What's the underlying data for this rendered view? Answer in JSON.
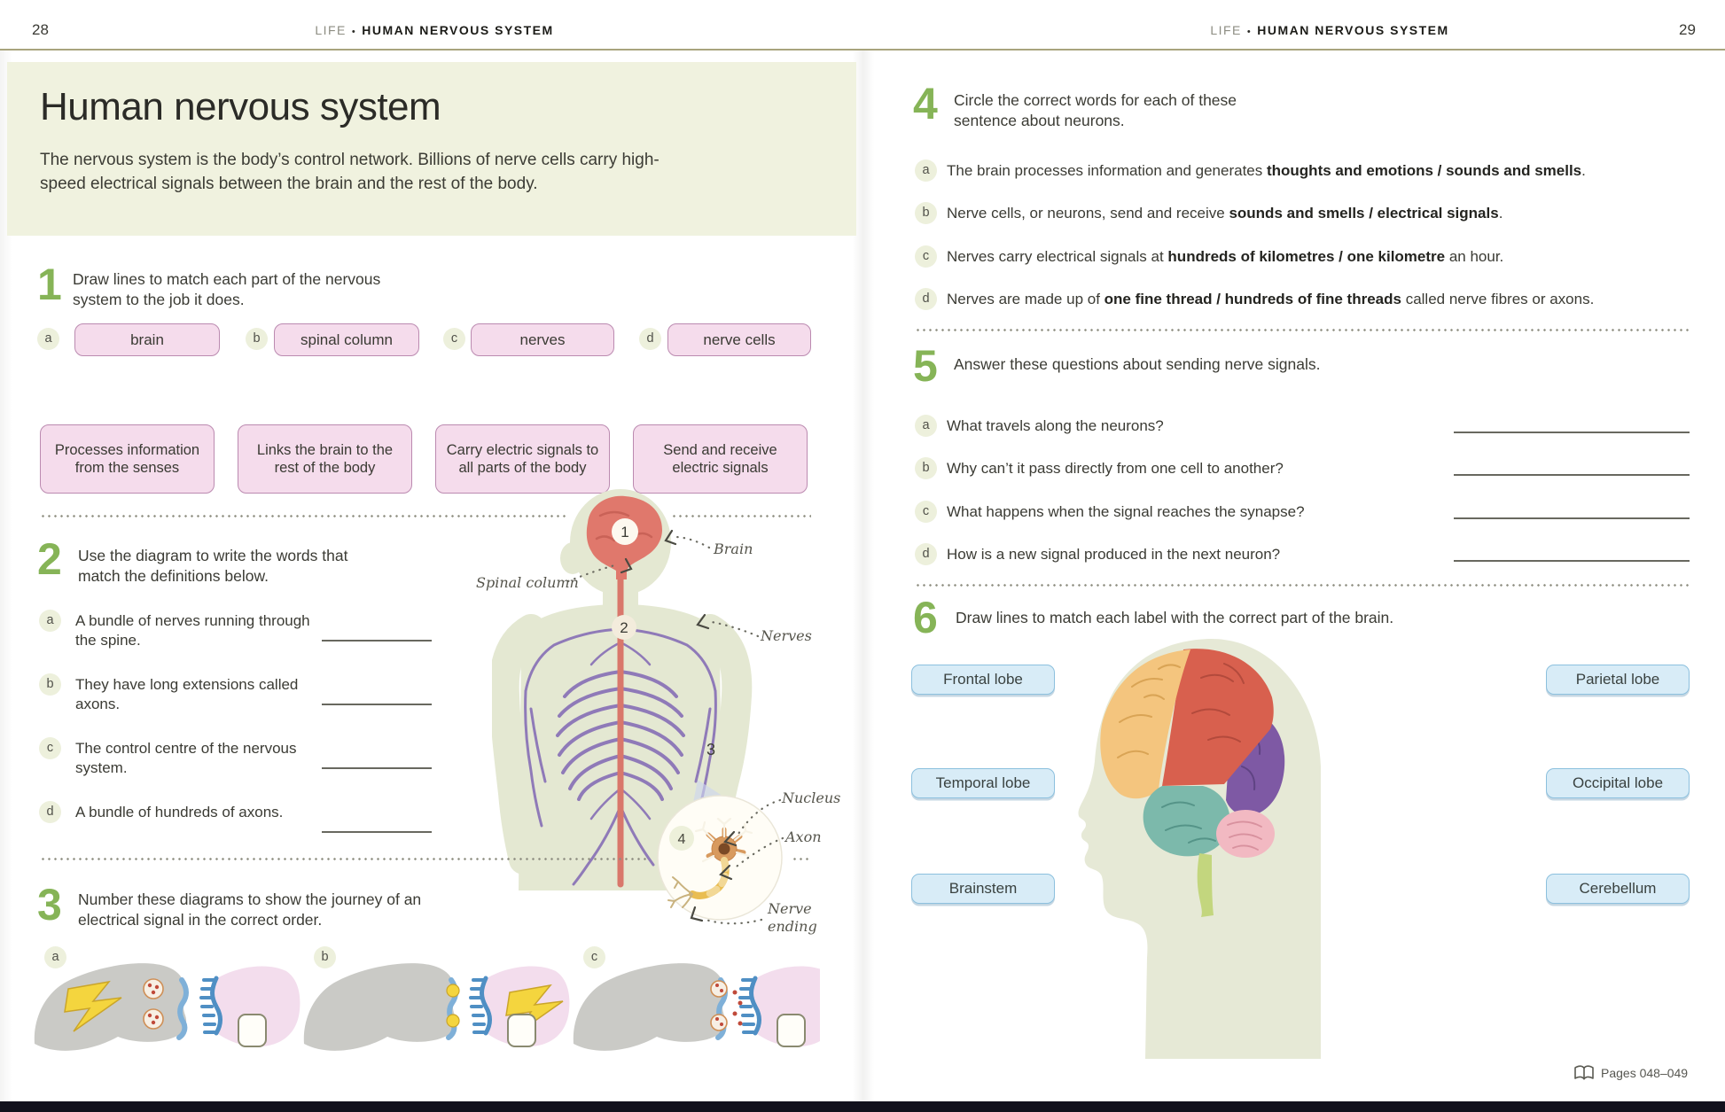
{
  "page": {
    "left_number": "28",
    "right_number": "29",
    "header_section": "LIFE",
    "header_separator": "•",
    "header_title": "HUMAN NERVOUS SYSTEM",
    "footer_pages_ref": "Pages 048–049"
  },
  "intro": {
    "title": "Human nervous system",
    "text": "The nervous system is the body’s control network. Billions of nerve cells carry high-speed electrical signals between the brain and the rest of the body."
  },
  "ex1": {
    "number": "1",
    "instruction": "Draw lines to match each part of the nervous system to the job it does.",
    "terms": [
      {
        "letter": "a",
        "label": "brain"
      },
      {
        "letter": "b",
        "label": "spinal column"
      },
      {
        "letter": "c",
        "label": "nerves"
      },
      {
        "letter": "d",
        "label": "nerve cells"
      }
    ],
    "jobs": [
      "Processes information from the senses",
      "Links the brain to the rest of the body",
      "Carry electric signals to all parts of the body",
      "Send and receive electric signals"
    ]
  },
  "ex2": {
    "number": "2",
    "instruction": "Use the diagram to write the words that match the definitions below.",
    "items": [
      {
        "letter": "a",
        "text": "A bundle of nerves running through the spine."
      },
      {
        "letter": "b",
        "text": "They have long extensions called axons."
      },
      {
        "letter": "c",
        "text": "The control centre of the nervous system."
      },
      {
        "letter": "d",
        "text": "A bundle of hundreds of axons."
      }
    ]
  },
  "diagram": {
    "labels": {
      "brain": "Brain",
      "spinal_column": "Spinal column",
      "nerves": "Nerves",
      "nucleus": "Nucleus",
      "axon": "Axon",
      "nerve_ending_line1": "Nerve",
      "nerve_ending_line2": "ending"
    },
    "markers": {
      "m1": "1",
      "m2": "2",
      "m3": "3",
      "m4": "4"
    }
  },
  "ex3": {
    "number": "3",
    "instruction": "Number these diagrams to show the journey of an electrical signal in the correct order.",
    "items": [
      {
        "letter": "a"
      },
      {
        "letter": "b"
      },
      {
        "letter": "c"
      }
    ]
  },
  "ex4": {
    "number": "4",
    "instruction": "Circle the correct words for each of these sentence about neurons.",
    "items": [
      {
        "letter": "a",
        "pre": "The brain processes information and generates ",
        "bold": "thoughts and emotions / sounds and smells",
        "post": "."
      },
      {
        "letter": "b",
        "pre": "Nerve cells, or neurons, send and receive ",
        "bold": "sounds and smells / electrical signals",
        "post": "."
      },
      {
        "letter": "c",
        "pre": "Nerves carry electrical signals at ",
        "bold": "hundreds of kilometres / one kilometre",
        "post": " an hour."
      },
      {
        "letter": "d",
        "pre": "Nerves are made up of ",
        "bold": "one fine thread / hundreds of fine threads",
        "post": " called nerve fibres or axons."
      }
    ]
  },
  "ex5": {
    "number": "5",
    "instruction": "Answer these questions about sending nerve signals.",
    "items": [
      {
        "letter": "a",
        "text": "What travels along the neurons?"
      },
      {
        "letter": "b",
        "text": "Why can’t it pass directly from one cell to another?"
      },
      {
        "letter": "c",
        "text": "What happens when the signal reaches the synapse?"
      },
      {
        "letter": "d",
        "text": "How is a new signal produced in the next neuron?"
      }
    ]
  },
  "ex6": {
    "number": "6",
    "instruction": "Draw lines to match each label with the correct part of the brain.",
    "labels_left": [
      "Frontal lobe",
      "Temporal lobe",
      "Brainstem"
    ],
    "labels_right": [
      "Parietal lobe",
      "Occipital lobe",
      "Cerebellum"
    ]
  },
  "colors": {
    "accent_green": "#86b457",
    "term_box_fill": "#f5dcec",
    "term_box_border": "#bb8ab0",
    "label_box_fill": "#d8ecf7",
    "label_box_border": "#8cc0de",
    "brain_red": "#e0786c",
    "nerve_purple": "#8f7ab8",
    "frontal_lobe": "#f4c57e",
    "parietal_lobe": "#d8604e",
    "occipital_lobe": "#7e59a4",
    "temporal_lobe": "#7cb9ab",
    "cerebellum": "#f2b9c2",
    "brainstem": "#c3d67e"
  }
}
